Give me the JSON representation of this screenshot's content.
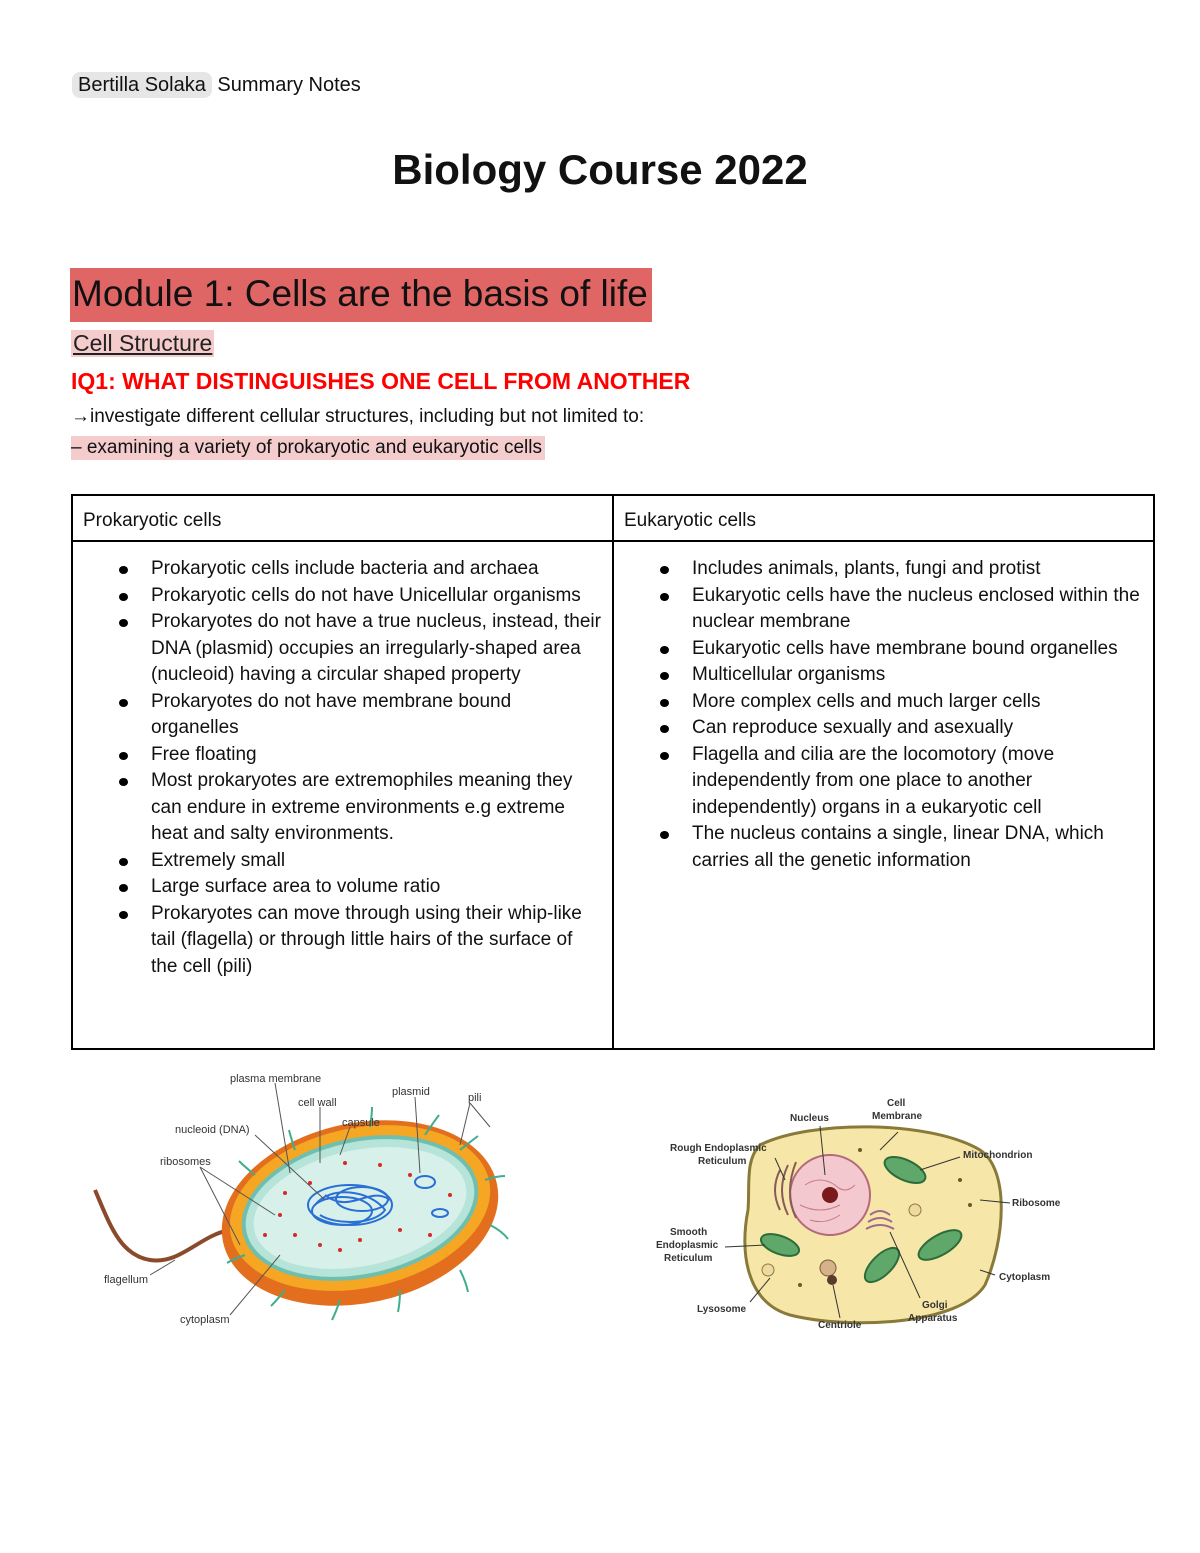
{
  "header": {
    "author_name": "Bertilla Solaka",
    "author_suffix": "Summary Notes"
  },
  "title": "Biology Course 2022",
  "module_heading": "Module 1: Cells are the basis of life",
  "section_heading": "Cell Structure",
  "inquiry_question": "IQ1: WHAT DISTINGUISHES ONE CELL FROM ANOTHER",
  "intro_line": "→investigate different cellular structures, including but not limited to:",
  "intro_highlight": "– examining a variety of prokaryotic and eukaryotic cells",
  "table": {
    "headers": [
      "Prokaryotic cells",
      "Eukaryotic cells"
    ],
    "prokaryotic": [
      "Prokaryotic cells include bacteria and archaea",
      "Prokaryotic cells do not have Unicellular organisms",
      "Prokaryotes do not have a true nucleus, instead, their DNA (plasmid) occupies an irregularly-shaped area (nucleoid) having a circular shaped property",
      "Prokaryotes do not have membrane bound organelles",
      "Free floating",
      "Most prokaryotes are extremophiles meaning they can endure in extreme environments e.g extreme heat and salty environments.",
      "Extremely small",
      "Large surface area to volume ratio",
      "Prokaryotes can move through using their whip-like tail (flagella) or through little hairs of the surface of the cell (pili)"
    ],
    "eukaryotic": [
      "Includes animals, plants, fungi and protist",
      "Eukaryotic cells have the nucleus enclosed within the nuclear membrane",
      "Eukaryotic cells have membrane bound organelles",
      "Multicellular organisms",
      "More complex cells and much larger cells",
      "Can reproduce sexually and asexually",
      "Flagella and cilia are the locomotory (move independently from one place to another independently) organs in a eukaryotic cell",
      "The nucleus contains a single, linear DNA, which carries all the genetic information"
    ]
  },
  "prokaryote_diagram": {
    "labels": {
      "plasma_membrane": "plasma membrane",
      "cell_wall": "cell wall",
      "plasmid": "plasmid",
      "pili": "pili",
      "capsule": "capsule",
      "nucleoid": "nucleoid (DNA)",
      "ribosomes": "ribosomes",
      "flagellum": "flagellum",
      "cytoplasm": "cytoplasm"
    }
  },
  "eukaryote_diagram": {
    "labels": {
      "nucleus": "Nucleus",
      "cell_membrane_1": "Cell",
      "cell_membrane_2": "Membrane",
      "rough_er_1": "Rough Endoplasmic",
      "rough_er_2": "Reticulum",
      "mitochondrion": "Mitochondrion",
      "ribosome": "Ribosome",
      "smooth_er_1": "Smooth",
      "smooth_er_2": "Endoplasmic",
      "smooth_er_3": "Reticulum",
      "cytoplasm": "Cytoplasm",
      "lysosome": "Lysosome",
      "centriole": "Centriole",
      "golgi_1": "Golgi",
      "golgi_2": "Apparatus"
    }
  },
  "colors": {
    "module_highlight": "#e06666",
    "section_highlight": "#f4cccc",
    "iq_red": "#ff0000"
  }
}
